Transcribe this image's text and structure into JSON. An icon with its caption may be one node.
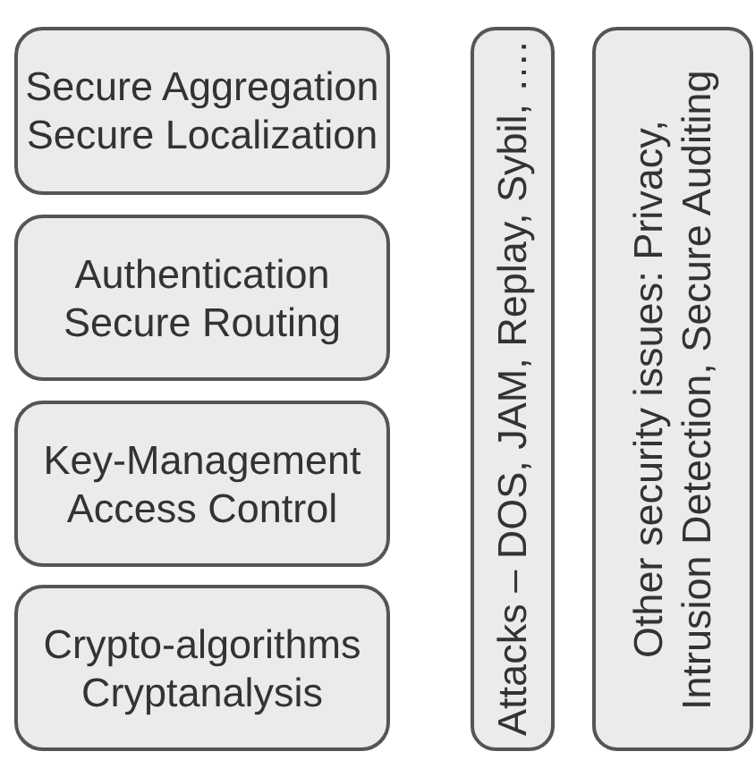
{
  "diagram": {
    "nodes": [
      {
        "text": [
          "Secure Aggregation",
          "Secure Localization"
        ]
      },
      {
        "text": [
          "Authentication",
          "Secure Routing"
        ]
      },
      {
        "text": [
          "Key-Management",
          "Access Control"
        ]
      },
      {
        "text": [
          "Crypto-algorithms",
          "Cryptanalysis"
        ]
      },
      {
        "text": [
          "Attacks – DOS, JAM, Replay, Sybil, …."
        ]
      },
      {
        "text": [
          "Other security issues: Privacy, Intrusion Detection, Secure Auditing"
        ]
      }
    ]
  }
}
